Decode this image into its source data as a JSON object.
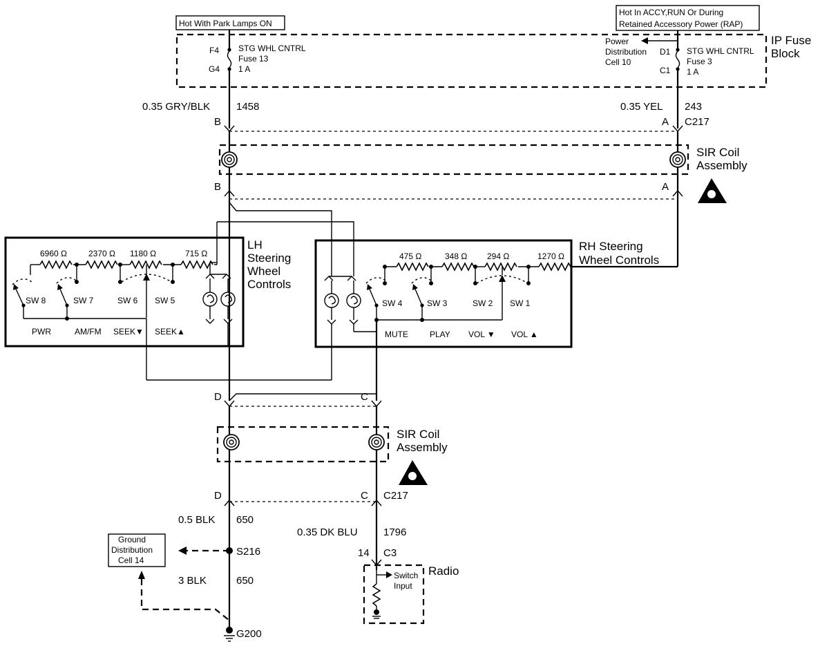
{
  "labels": {
    "hot_park": "Hot With Park Lamps ON",
    "hot_accy_1": "Hot In ACCY,RUN Or During",
    "hot_accy_2": "Retained Accessory Power (RAP)",
    "ip_fuse_1": "IP Fuse",
    "ip_fuse_2": "Block",
    "fuse13": {
      "top": "F4",
      "bottom": "G4",
      "name": "STG WHL CNTRL",
      "fuse": "Fuse 13",
      "amp": "1 A"
    },
    "fuse3": {
      "top": "D1",
      "bottom": "C1",
      "name": "STG WHL CNTRL",
      "fuse": "Fuse 3",
      "amp": "1 A"
    },
    "power_dist": [
      "Power",
      "Distribution",
      "Cell 10"
    ],
    "wire_left_top": {
      "gauge": "0.35 GRY/BLK",
      "circuit": "1458"
    },
    "wire_right_top": {
      "gauge": "0.35 YEL",
      "circuit": "243"
    },
    "c217": "C217",
    "pin_b": "B",
    "pin_a": "A",
    "pin_c": "C",
    "pin_d": "D",
    "sir_coil_1": "SIR Coil",
    "sir_coil_2": "Assembly",
    "lh_controls": [
      "LH",
      "Steering",
      "Wheel",
      "Controls"
    ],
    "rh_controls": [
      "RH Steering",
      "Wheel Controls"
    ],
    "lh_resistors": [
      "6960 Ω",
      "2370 Ω",
      "1180 Ω",
      "715 Ω"
    ],
    "rh_resistors": [
      "475 Ω",
      "348 Ω",
      "294 Ω",
      "1270 Ω"
    ],
    "lh_switches": [
      "SW 8",
      "SW 7",
      "SW 6",
      "SW 5"
    ],
    "rh_switches": [
      "SW 4",
      "SW 3",
      "SW 2",
      "SW 1"
    ],
    "lh_functions": [
      "PWR",
      "AM/FM",
      "SEEK▼",
      "SEEK▲"
    ],
    "rh_functions": [
      "MUTE",
      "PLAY",
      "VOL ▼",
      "VOL ▲"
    ],
    "wire_ground": {
      "gauge": "0.5 BLK",
      "circuit": "650"
    },
    "wire_ground2": {
      "gauge": "3 BLK",
      "circuit": "650"
    },
    "wire_radio": {
      "gauge": "0.35 DK BLU",
      "circuit": "1796"
    },
    "ground_dist": [
      "Ground",
      "Distribution",
      "Cell 14"
    ],
    "splice": "S216",
    "ground": "G200",
    "radio_pin": "14",
    "radio_conn": "C3",
    "radio": "Radio",
    "switch_input": [
      "Switch",
      "Input"
    ]
  }
}
